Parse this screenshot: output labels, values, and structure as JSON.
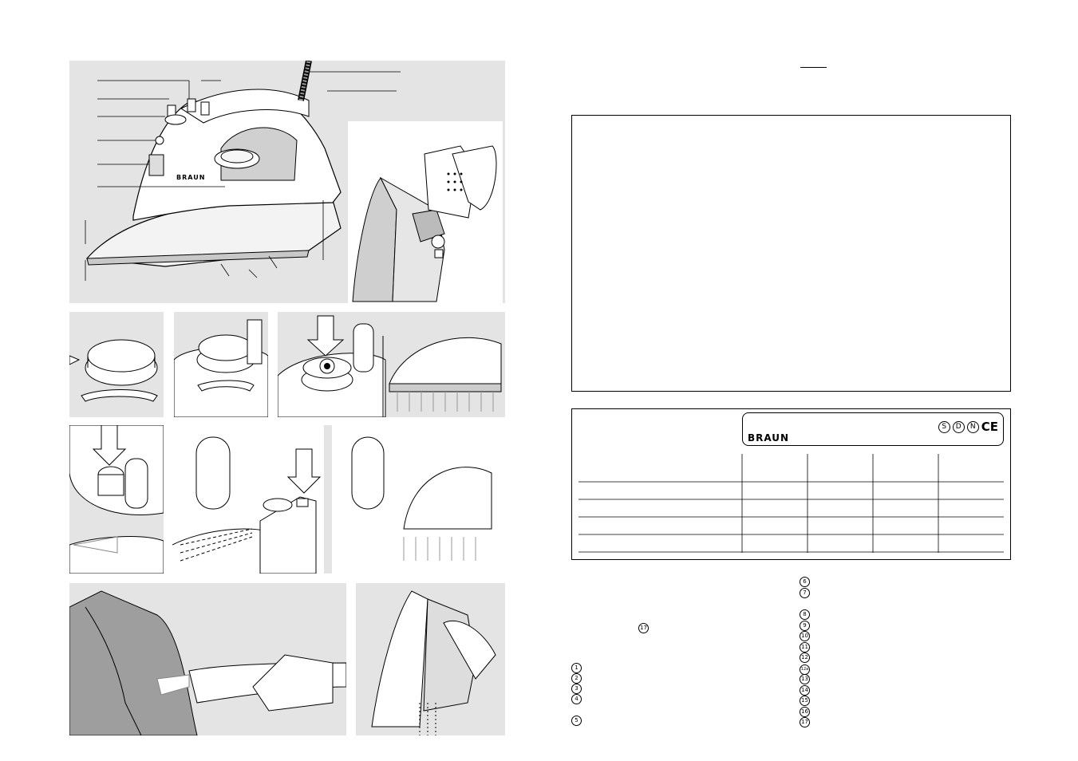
{
  "brand": "BRAUN",
  "rating_plate_brand": "BRAUN",
  "rating_plate_marks": [
    "S",
    "D",
    "N",
    "CE"
  ],
  "item_numbers_left": [
    "1",
    "2",
    "3",
    "4",
    "5"
  ],
  "item_numbers_right": [
    "6",
    "7",
    "8",
    "9",
    "10",
    "11",
    "12",
    "12a",
    "13",
    "14",
    "15",
    "16",
    "17"
  ],
  "item_ref_inline": "17"
}
